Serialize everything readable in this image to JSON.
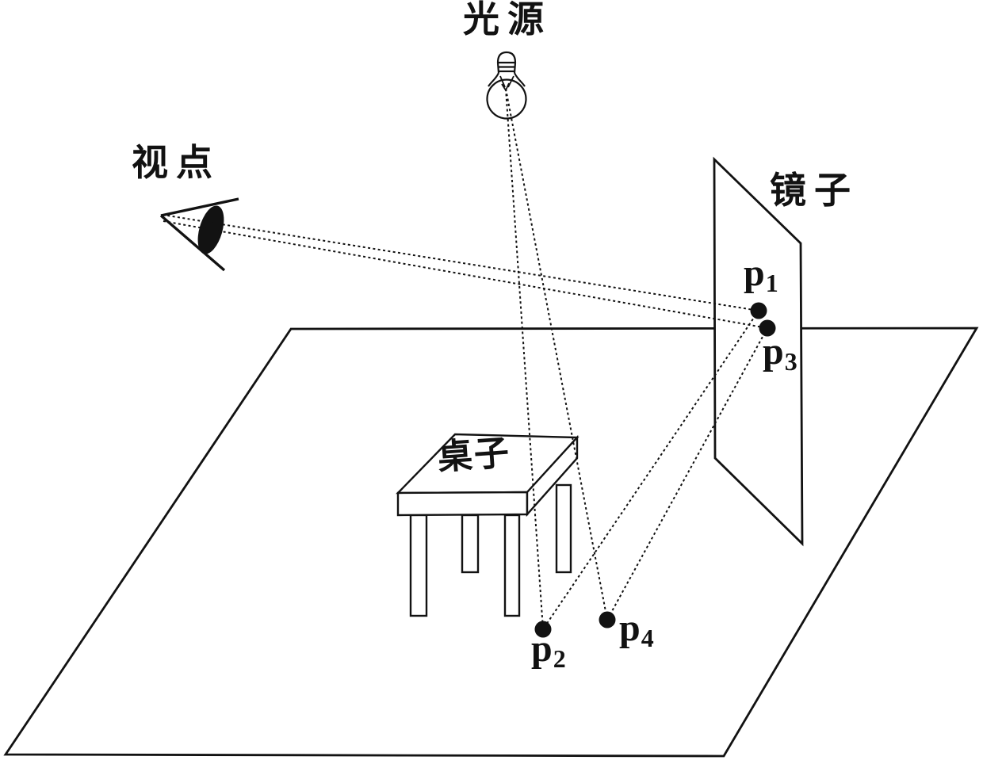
{
  "colors": {
    "ink": "#121212",
    "background": "#ffffff"
  },
  "labels": {
    "light_source": "光源",
    "viewpoint": "视点",
    "mirror": "镜子",
    "table": "桌子"
  },
  "points": [
    {
      "name": "p1",
      "base": "p",
      "sub": "1"
    },
    {
      "name": "p2",
      "base": "p",
      "sub": "2"
    },
    {
      "name": "p3",
      "base": "p",
      "sub": "3"
    },
    {
      "name": "p4",
      "base": "p",
      "sub": "4"
    }
  ]
}
